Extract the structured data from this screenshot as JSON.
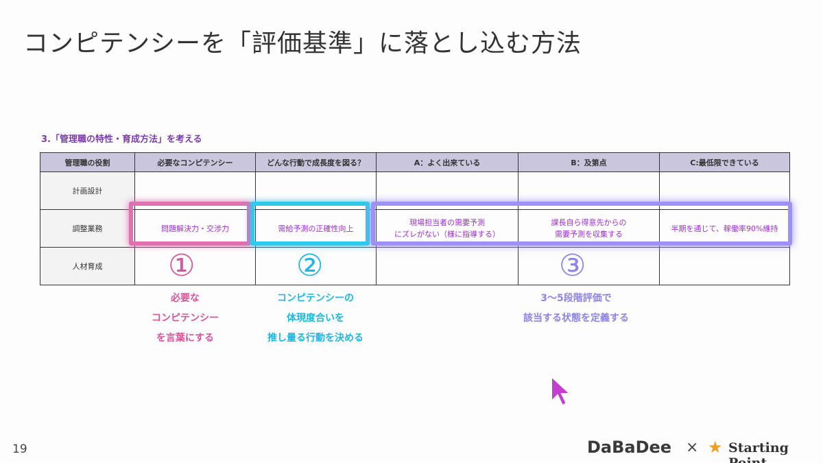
{
  "title": "コンピテンシーを「評価基準」に落とし込む方法",
  "subtitle": "3.「管理職の特性・育成方法」を考える",
  "table": {
    "headers": [
      "管理職の役割",
      "必要なコンピテンシー",
      "どんな行動で成長度を図る？",
      "A：よく出来ている",
      "B：及第点",
      "C:最低限できている"
    ],
    "rows": [
      {
        "role": "計画設計",
        "cells": [
          "",
          "",
          "",
          "",
          ""
        ]
      },
      {
        "role": "調整業務",
        "cells": [
          "問題解決力・交渉力",
          "需給予測の正確性向上",
          "現場担当者の需要予測\nにズレがない（様に指導する）",
          "課長自ら得意先からの\n需要予測を収集する",
          "半期を通じて、稼働率90%維持"
        ]
      },
      {
        "role": "人材育成",
        "cells": [
          "",
          "",
          "",
          "",
          ""
        ]
      }
    ]
  },
  "annotations": [
    {
      "number": "①",
      "lines": [
        "必要な",
        "コンピテンシー",
        "を言葉にする"
      ],
      "color": "#d6569a"
    },
    {
      "number": "②",
      "lines": [
        "コンピテンシーの",
        "体現度合いを",
        "推し量る行動を決める"
      ],
      "color": "#1fb6e0"
    },
    {
      "number": "③",
      "lines": [
        "3〜5段階評価で",
        "該当する状態を定義する"
      ],
      "color": "#8d84e8"
    }
  ],
  "page_number": "19",
  "footer": {
    "logo1": "DaBaDee",
    "times": "×",
    "logo2": "Starting Point"
  }
}
